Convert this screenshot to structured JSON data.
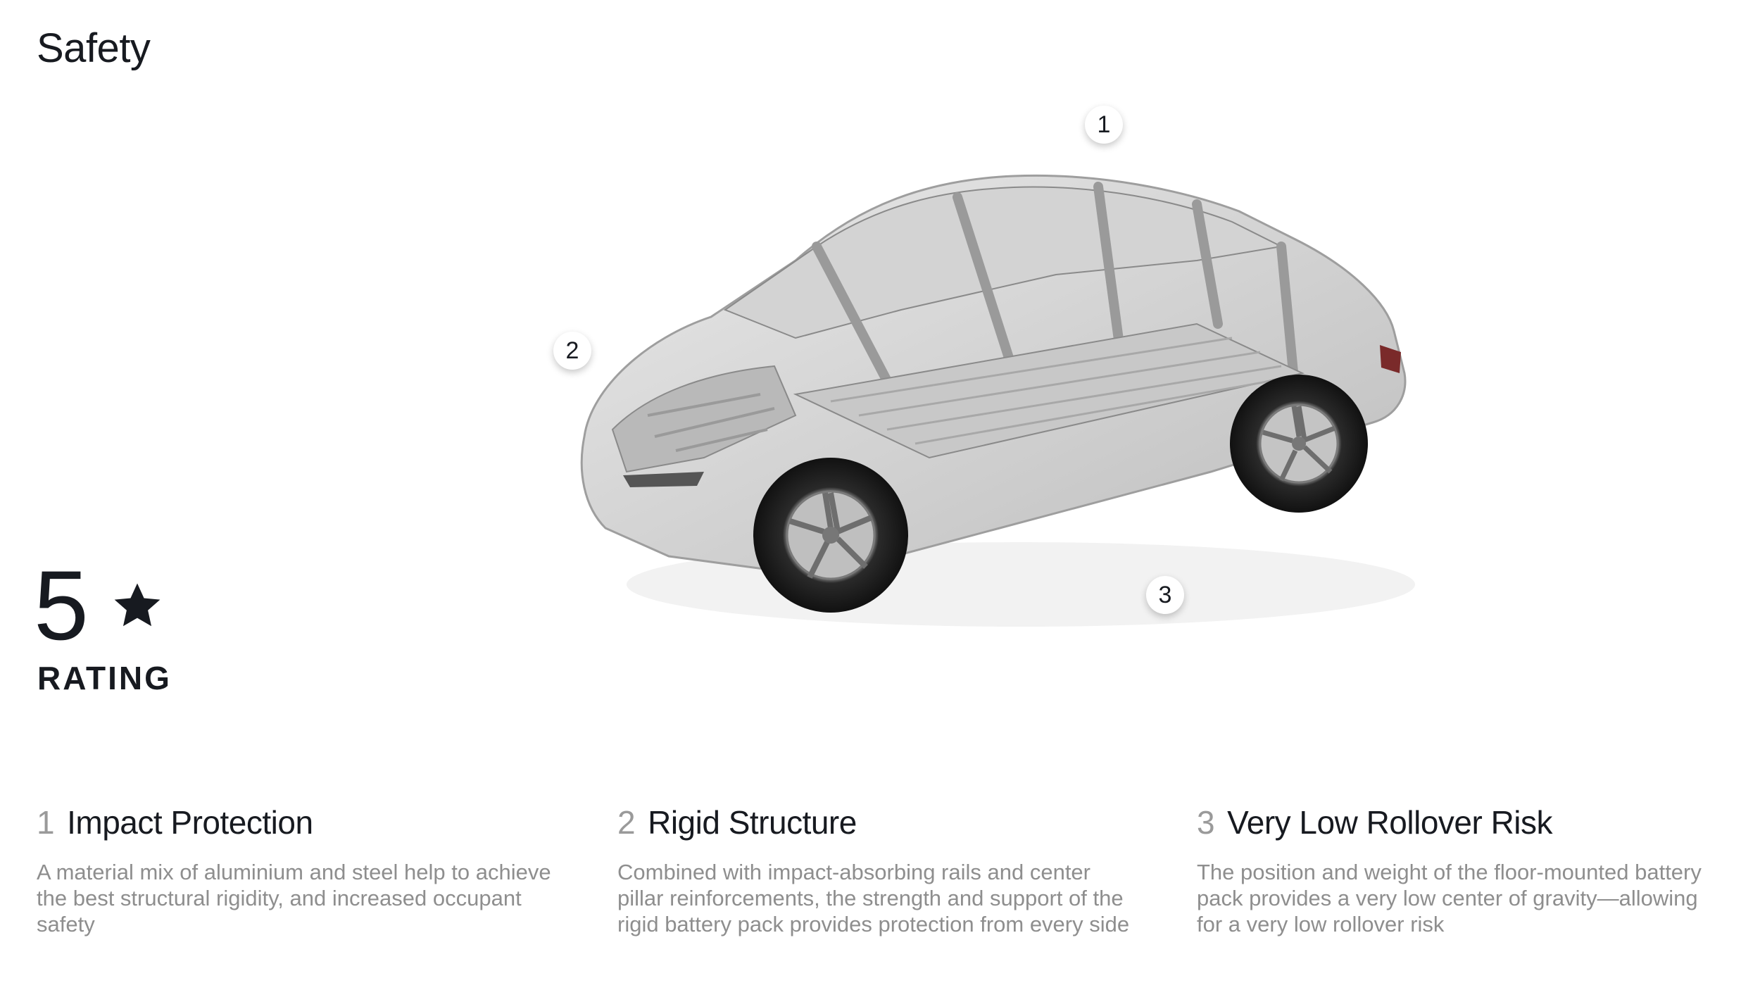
{
  "page": {
    "title": "Safety"
  },
  "hotspots": [
    {
      "label": "1"
    },
    {
      "label": "2"
    },
    {
      "label": "3"
    }
  ],
  "rating": {
    "value": "5",
    "label": "RATING",
    "icon": "star-icon"
  },
  "features": [
    {
      "number": "1",
      "title": "Impact Protection",
      "description": "A material mix of aluminium and steel help to achieve the best structural rigidity, and increased occupant safety"
    },
    {
      "number": "2",
      "title": "Rigid Structure",
      "description": "Combined with impact-absorbing rails and center pillar reinforcements, the strength and support of the rigid battery pack provides protection from every side"
    },
    {
      "number": "3",
      "title": "Very Low Rollover Risk",
      "description": "The position and weight of the floor-mounted battery pack provides a very low center of gravity—allowing for a very low rollover risk"
    }
  ]
}
